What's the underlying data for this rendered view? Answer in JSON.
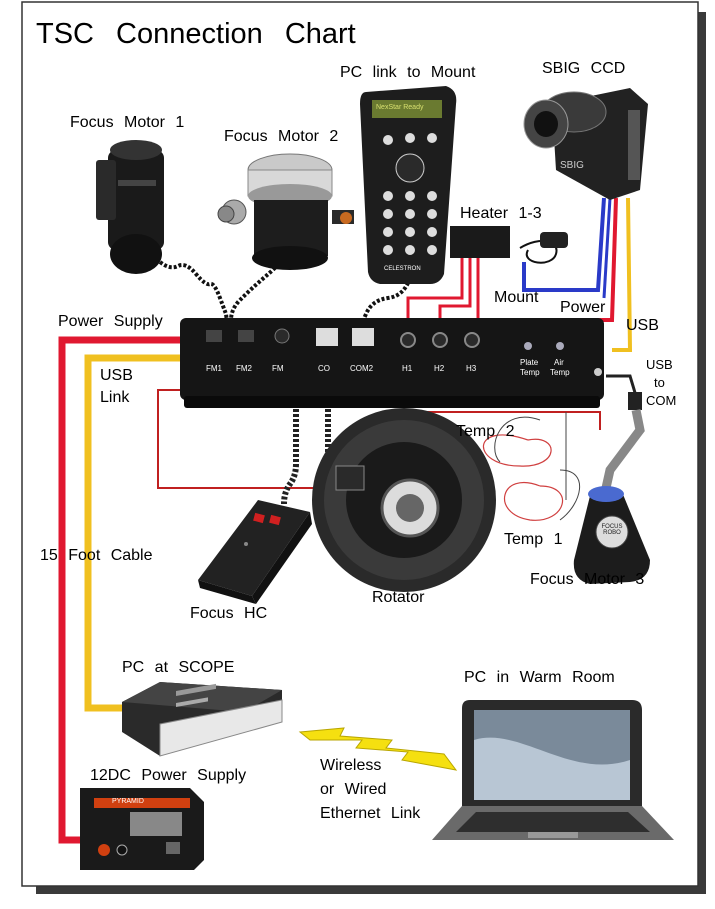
{
  "title": "TSC Connection Chart",
  "labels": {
    "focus_motor_1": "Focus Motor 1",
    "focus_motor_2": "Focus Motor 2",
    "pc_link_to_mount": "PC link to Mount",
    "sbig_ccd": "SBIG CCD",
    "heater": "Heater 1-3",
    "mount": "Mount",
    "power": "Power",
    "usb": "USB",
    "power_supply": "Power Supply",
    "usb_link_1": "USB",
    "usb_link_2": "Link",
    "usb_to_com_1": "USB",
    "usb_to_com_2": "to",
    "usb_to_com_3": "COM",
    "temp_2": "Temp 2",
    "temp_1": "Temp 1",
    "focus_motor_3": "Focus Motor 3",
    "fifteen_foot_cable": "15 Foot Cable",
    "focus_hc": "Focus HC",
    "rotator": "Rotator",
    "pc_at_scope": "PC at SCOPE",
    "pc_warm_room": "PC in Warm Room",
    "power_supply_12dc": "12DC Power Supply",
    "wireless_1": "Wireless",
    "wireless_2": "or Wired",
    "wireless_3": "Ethernet Link"
  },
  "ports": {
    "fm1": "FM1",
    "fm2": "FM2",
    "fm3": "FM",
    "com1": "CO",
    "com2": "COM2",
    "h1": "H1",
    "h2": "H2",
    "h3": "H3",
    "plate_temp_1": "Plate",
    "plate_temp_2": "Temp",
    "air_temp_1": "Air",
    "air_temp_2": "Temp"
  },
  "device_text": {
    "hand_controller_screen": "NexStar Ready",
    "hand_controller_brand": "CELESTRON",
    "ccd_brand": "SBIG",
    "focus_robo": "FOCUS ROBO",
    "psu_brand": "PYRAMID"
  },
  "colors": {
    "frame": "#3a3a3a",
    "power_cable": "#e01830",
    "usb_cable": "#f0c020",
    "ccd_cable": "#2a3ac8",
    "signal_cable": "#c02020",
    "controller_body": "#151515",
    "lightning": "#f5e010"
  }
}
